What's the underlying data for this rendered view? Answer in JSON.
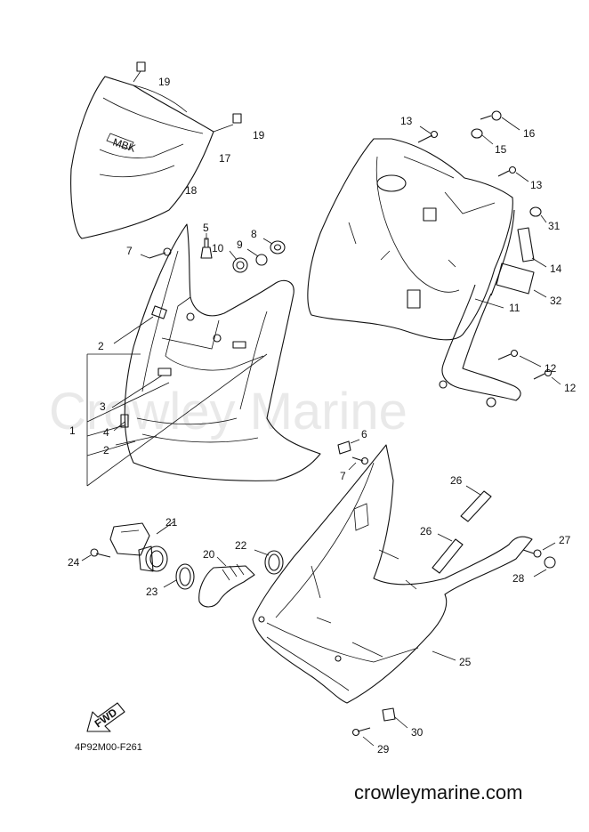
{
  "watermark": "Crowley Marine",
  "diagram_code": "4P92M00-F261",
  "website": "crowleymarine.com",
  "fwd_label": "FWD",
  "logo_text": "MBK",
  "callouts": [
    "1",
    "2",
    "2",
    "3",
    "4",
    "5",
    "6",
    "7",
    "7",
    "8",
    "9",
    "10",
    "11",
    "12",
    "12",
    "13",
    "13",
    "14",
    "15",
    "16",
    "17",
    "18",
    "19",
    "19",
    "20",
    "21",
    "22",
    "23",
    "24",
    "25",
    "26",
    "26",
    "27",
    "28",
    "29",
    "30",
    "31",
    "32"
  ]
}
